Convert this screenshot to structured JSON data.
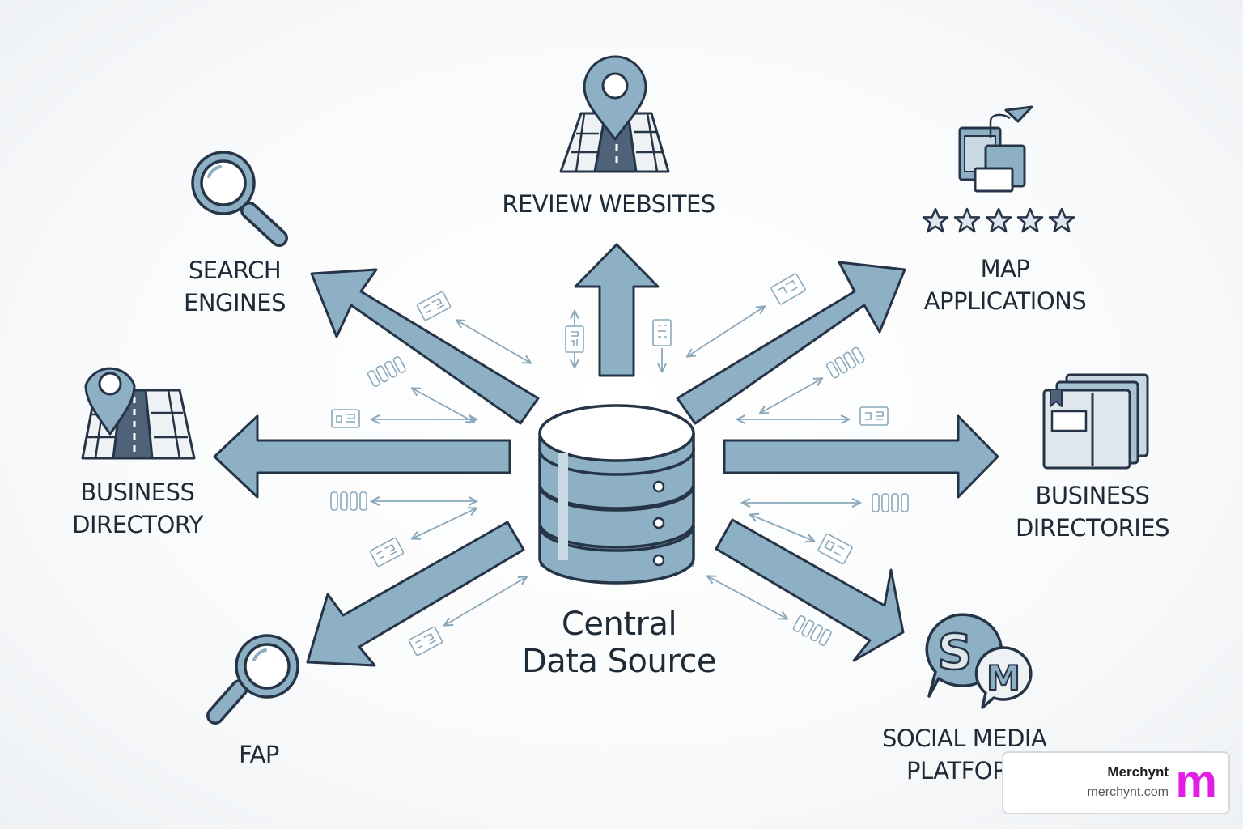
{
  "center": {
    "line1": "Central",
    "line2": "Data Source"
  },
  "destinations": {
    "review_websites": {
      "line1": "REVIEW WEBSITES"
    },
    "search_engines": {
      "line1": "SEARCH",
      "line2": "ENGINES"
    },
    "map_applications": {
      "line1": "MAP",
      "line2": "APPLICATIONS"
    },
    "business_directory": {
      "line1": "BUSINESS",
      "line2": "DIRECTORY"
    },
    "business_directories": {
      "line1": "BUSINESS",
      "line2": "DIRECTORIES"
    },
    "fap": {
      "line1": "FAP"
    },
    "social_media": {
      "line1": "SOCIAL MEDIA",
      "line2": "PLATFOR"
    }
  },
  "badge": {
    "brand": "Merchynt",
    "url": "merchynt.com",
    "logo": "m"
  },
  "colors": {
    "arrow_fill": "#8eb0c4",
    "stroke": "#263447",
    "accent_light": "#c9d9e3",
    "dash": "#8aa8bb",
    "logo": "#e01ee6"
  }
}
